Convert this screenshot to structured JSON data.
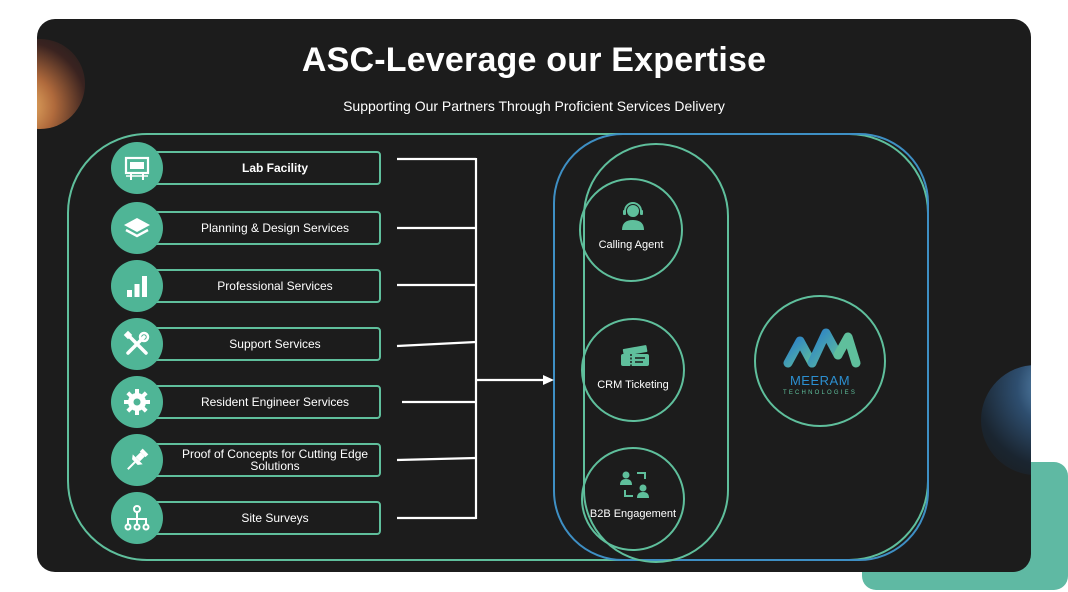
{
  "title": "ASC-Leverage our Expertise",
  "subtitle": "Supporting Our Partners Through Proficient Services Delivery",
  "services": [
    {
      "label": "Lab Facility",
      "icon": "billboard-icon"
    },
    {
      "label": "Planning & Design Services",
      "icon": "layers-icon"
    },
    {
      "label": "Professional Services",
      "icon": "bar-chart-icon"
    },
    {
      "label": "Support Services",
      "icon": "tools-icon"
    },
    {
      "label": "Resident Engineer Services",
      "icon": "gear-icon"
    },
    {
      "label": "Proof of Concepts for Cutting Edge Solutions",
      "icon": "pushpin-icon"
    },
    {
      "label": "Site Surveys",
      "icon": "hierarchy-icon"
    }
  ],
  "channels": [
    {
      "label": "Calling Agent",
      "icon": "headset-agent-icon"
    },
    {
      "label": "CRM Ticketing",
      "icon": "ticket-icon"
    },
    {
      "label": "B2B Engagement",
      "icon": "users-exchange-icon"
    }
  ],
  "logo": {
    "name": "MEERAM",
    "tagline": "TECHNOLOGIES"
  },
  "colors": {
    "background": "#1c1c1c",
    "green": "#5fbf9c",
    "blue": "#3e8fc4",
    "accent_block": "#5fb9a3"
  }
}
